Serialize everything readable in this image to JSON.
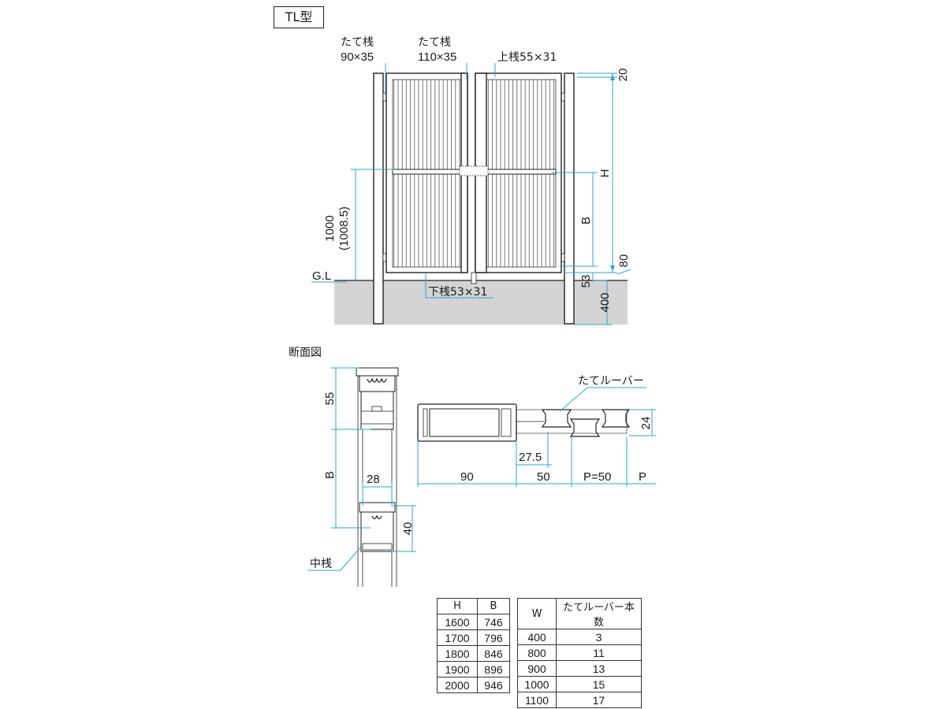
{
  "model_label": "TL型",
  "gate": {
    "stile_left": {
      "line1": "たて桟",
      "line2": "90×35"
    },
    "stile_center": {
      "line1": "たて桟",
      "line2": "110×35"
    },
    "top_rail": "上桟55×31",
    "bottom_rail": "下桟53×31",
    "ground_label": "G.L",
    "height_primary": "1000",
    "height_secondary": "(1008.5)",
    "dim_top": "20",
    "dim_H": "H",
    "dim_B": "B",
    "dim_80": "80",
    "dim_53": "53",
    "dim_400": "400"
  },
  "section": {
    "title": "断面図",
    "dim_55": "55",
    "dim_B": "B",
    "dim_28": "28",
    "dim_40": "40",
    "mid_rail": "中桟",
    "louver_label": "たてルーバー",
    "dim_24": "24",
    "dim_27_5": "27.5",
    "dim_90": "90",
    "dim_50": "50",
    "dim_P50": "P=50",
    "dim_P": "P"
  },
  "table_hb": {
    "headers": [
      "H",
      "B"
    ],
    "rows": [
      [
        "1600",
        "746"
      ],
      [
        "1700",
        "796"
      ],
      [
        "1800",
        "846"
      ],
      [
        "1900",
        "896"
      ],
      [
        "2000",
        "946"
      ]
    ]
  },
  "table_w": {
    "headers": [
      "W",
      "たてルーバー本数"
    ],
    "rows": [
      [
        "400",
        "3"
      ],
      [
        "800",
        "11"
      ],
      [
        "900",
        "13"
      ],
      [
        "1000",
        "15"
      ],
      [
        "1100",
        "17"
      ]
    ]
  }
}
